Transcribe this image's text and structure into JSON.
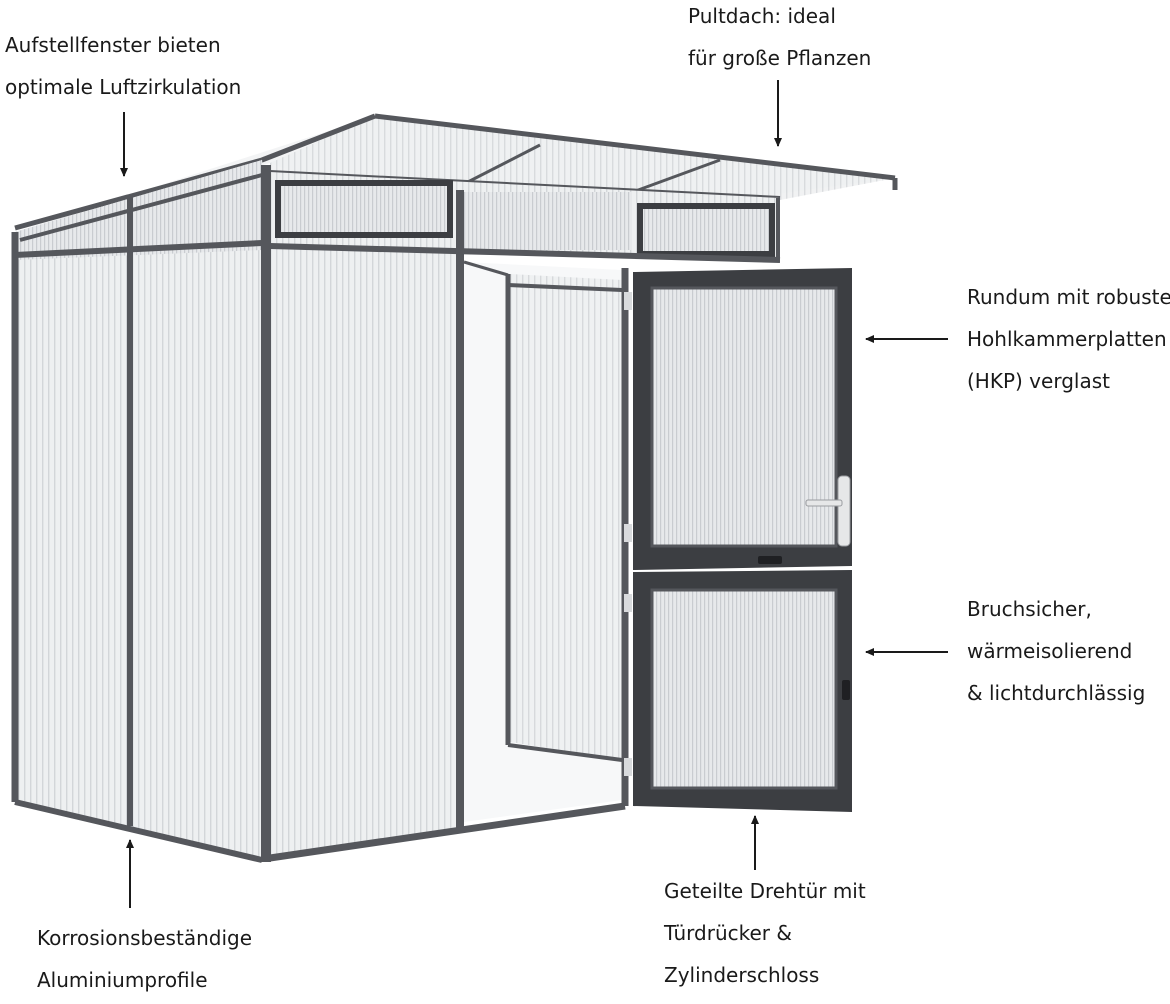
{
  "annotations": {
    "vent_windows": {
      "lines": [
        "Aufstellfenster bieten",
        "optimale Luftzirkulation"
      ]
    },
    "pent_roof": {
      "lines": [
        "Pultdach: ideal",
        "für große Pflanzen"
      ]
    },
    "twin_wall_panels": {
      "lines": [
        "Rundum mit robusten",
        "Hohlkammerplatten",
        "(HKP) verglast"
      ]
    },
    "glazing_properties": {
      "lines": [
        "Bruchsicher,",
        "wärmeisolierend",
        "& lichtdurchlässig"
      ]
    },
    "aluminium_profiles": {
      "lines": [
        "Korrosionsbeständige",
        "Aluminiumprofile"
      ]
    },
    "split_door": {
      "lines": [
        "Geteilte Drehtür mit",
        "Türdrücker &",
        "Zylinderschloss"
      ]
    }
  },
  "colors": {
    "frame": "#55575c",
    "frame_dark": "#3c3e42",
    "glass": "#eef0f1",
    "ink": "#1a1a1a"
  }
}
